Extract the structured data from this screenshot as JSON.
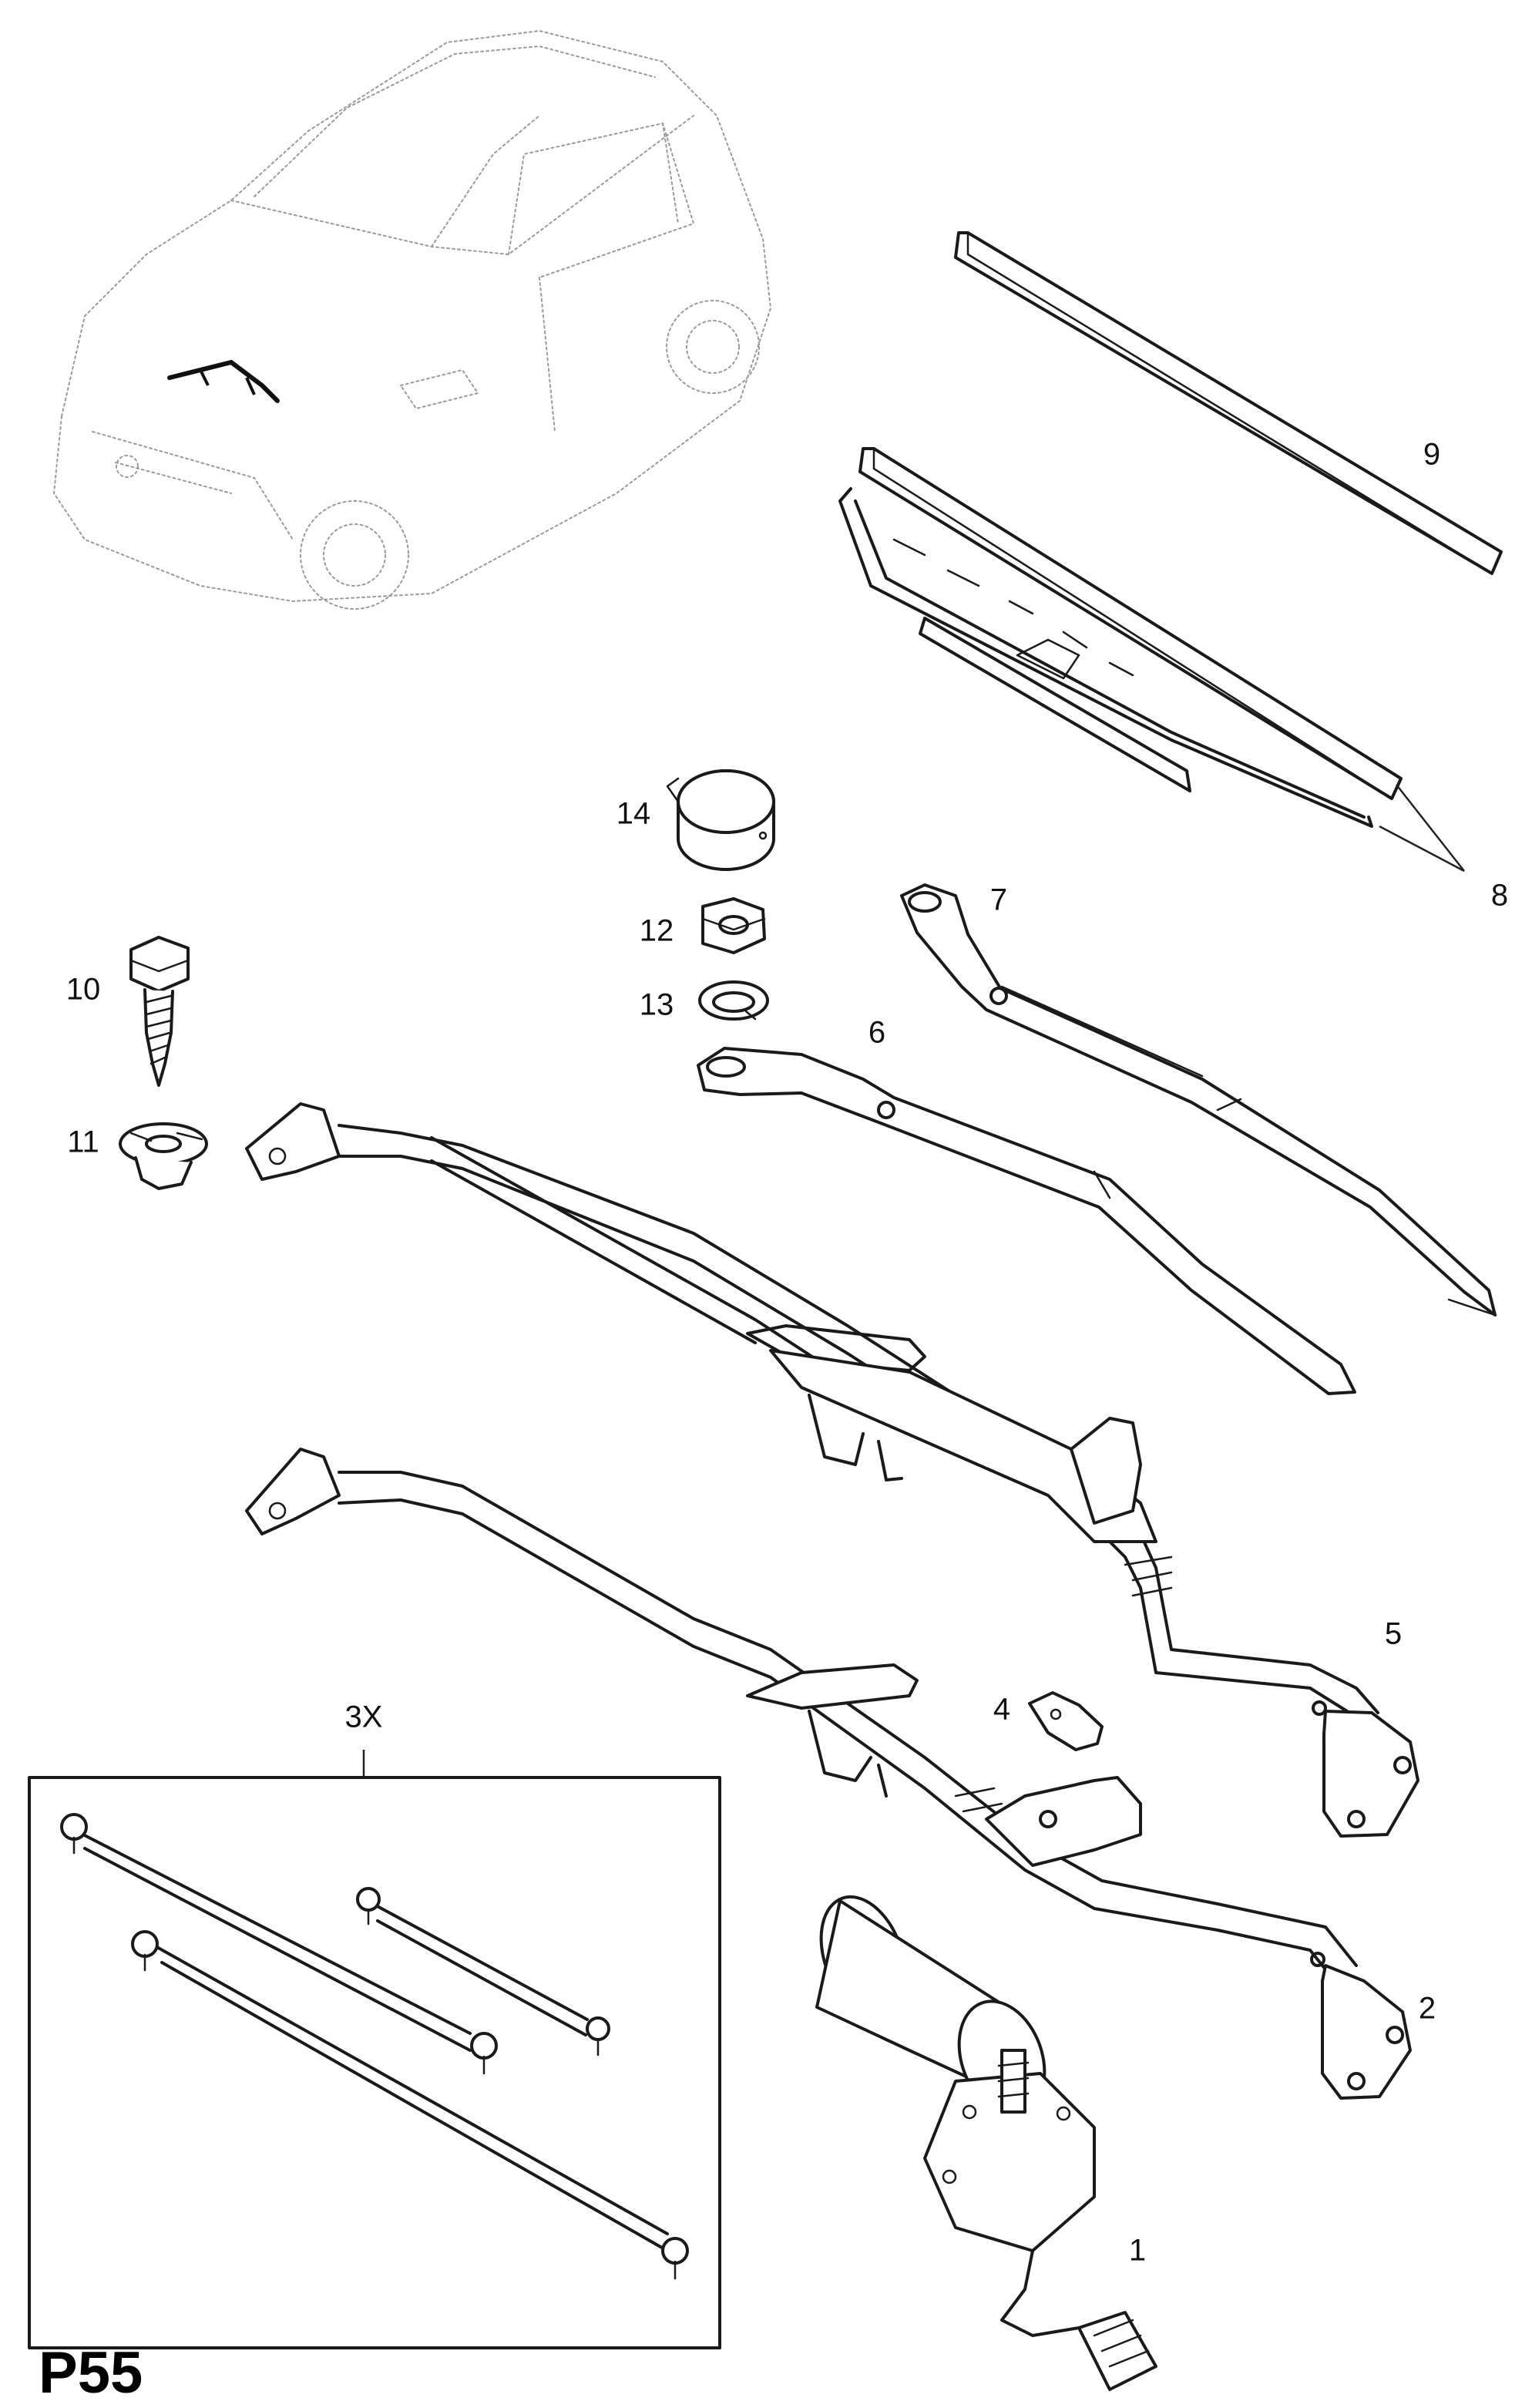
{
  "page": {
    "id": "P55"
  },
  "callouts": {
    "c1": "1",
    "c2": "2",
    "c3x": "3X",
    "c4": "4",
    "c5": "5",
    "c6": "6",
    "c7": "7",
    "c8": "8",
    "c9": "9",
    "c10": "10",
    "c11": "11",
    "c12": "12",
    "c13": "13",
    "c14": "14"
  }
}
